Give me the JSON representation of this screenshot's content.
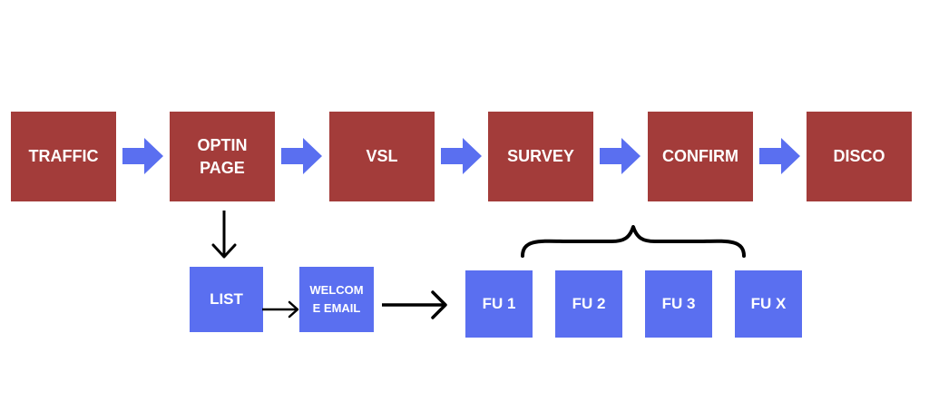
{
  "colors": {
    "primary_step": "#a33c3a",
    "secondary_step": "#5a6ff0",
    "flow_arrow": "#5a6ff0",
    "connector": "#000000"
  },
  "main_flow": [
    {
      "label": "TRAFFIC"
    },
    {
      "label": "OPTIN\nPAGE"
    },
    {
      "label": "VSL"
    },
    {
      "label": "SURVEY"
    },
    {
      "label": "CONFIRM"
    },
    {
      "label": "DISCO"
    }
  ],
  "email_flow": {
    "list": "LIST",
    "welcome": "WELCOM\nE EMAIL"
  },
  "follow_ups": [
    {
      "label": "FU 1"
    },
    {
      "label": "FU 2"
    },
    {
      "label": "FU 3"
    },
    {
      "label": "FU X"
    }
  ]
}
